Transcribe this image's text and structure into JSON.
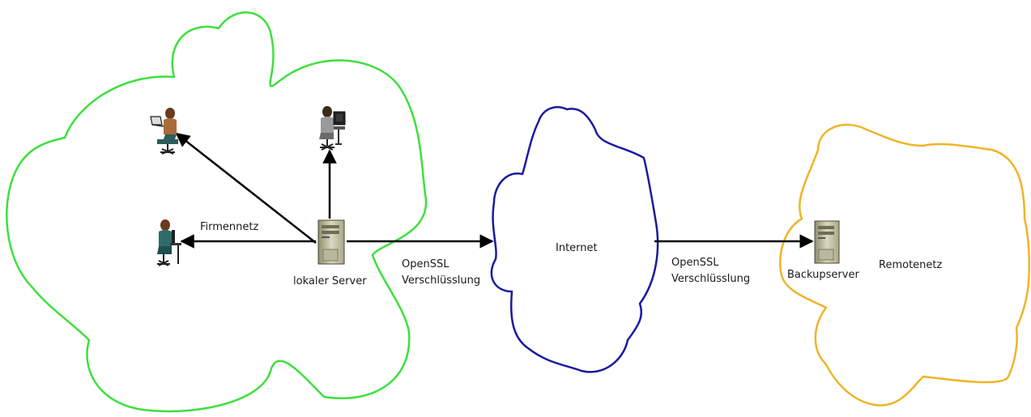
{
  "clouds": {
    "company": {
      "label": "Firmennetz",
      "color": "#3ee03e"
    },
    "internet": {
      "label": "Internet",
      "color": "#1a1aa0"
    },
    "remote": {
      "label": "Remotenetz",
      "color": "#f0b428"
    }
  },
  "nodes": {
    "local_server": {
      "label": "lokaler Server",
      "icon": "server-icon"
    },
    "backup_server": {
      "label": "Backupserver",
      "icon": "server-icon"
    },
    "user_laptop": {
      "icon": "person-laptop-icon"
    },
    "user_workstation": {
      "icon": "person-computer-icon"
    },
    "user_desk": {
      "icon": "person-desk-icon"
    }
  },
  "links": {
    "to_internet": {
      "line1": "OpenSSL",
      "line2": "Verschlüsslung"
    },
    "to_backup": {
      "line1": "OpenSSL",
      "line2": "Verschlüsslung"
    }
  }
}
